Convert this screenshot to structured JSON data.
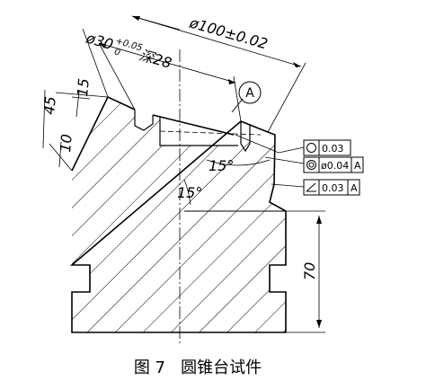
{
  "dimensions": {
    "overall_diameter": "ø100±0.02",
    "hole_diameter": "ø30",
    "hole_tol_upper": "+0.05",
    "hole_tol_lower": "0",
    "hole_depth": "深28",
    "height_45": "45",
    "height_15": "15",
    "height_10": "10",
    "height_70": "70",
    "angle_1": "15°",
    "angle_2": "15°"
  },
  "datum": {
    "label": "A"
  },
  "tolerance_frames": [
    {
      "symbol": "circularity",
      "value": "0.03",
      "datum": ""
    },
    {
      "symbol": "concentricity",
      "value": "ø0.04",
      "datum": "A"
    },
    {
      "symbol": "angularity",
      "value": "0.03",
      "datum": "A"
    }
  ],
  "caption": "图 7   圆锥台试件"
}
